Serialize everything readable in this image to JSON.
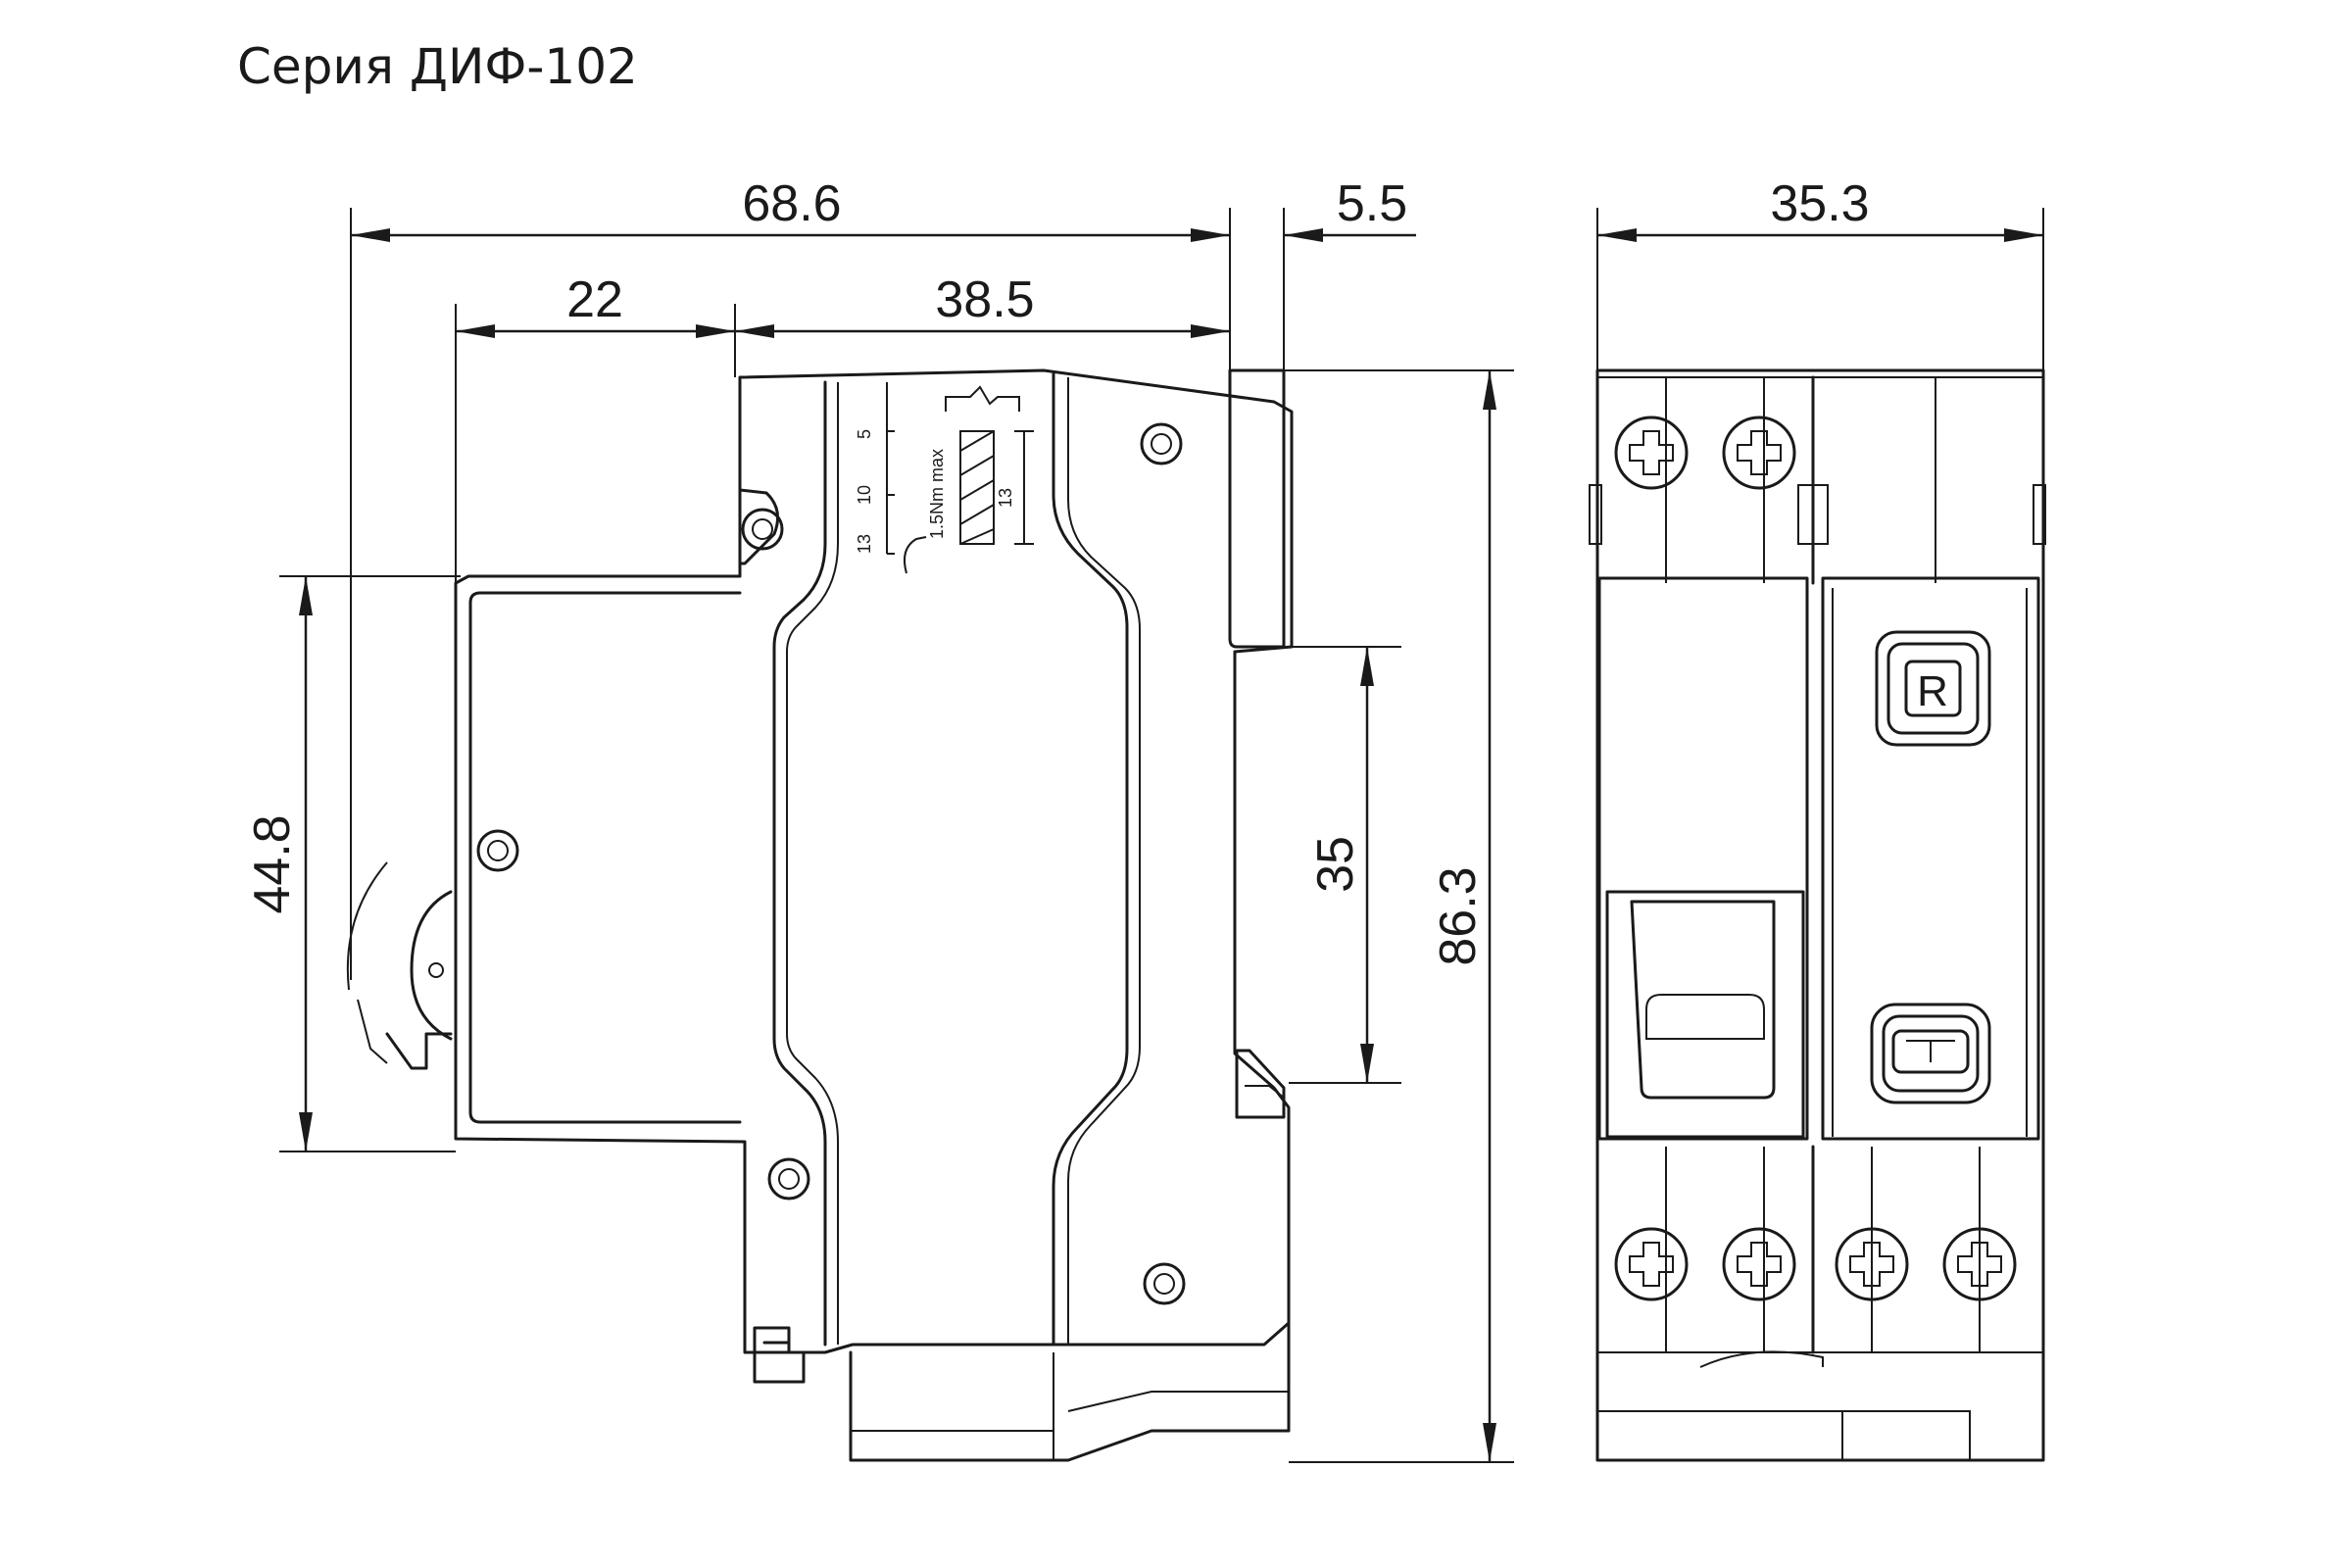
{
  "title": "Серия ДИФ-102",
  "dimensions": {
    "overall_depth": "68.6",
    "terminal_offset": "5.5",
    "front_width": "35.3",
    "left_offset": "22",
    "body_depth": "38.5",
    "front_height": "44.8",
    "rail_width": "35",
    "overall_height": "86.3"
  },
  "terminal_label": {
    "scale_5": "5",
    "scale_10": "10",
    "scale_13": "13",
    "torque": "1.5Nm max",
    "strip_length": "13"
  },
  "buttons": {
    "reset_letter": "R"
  }
}
